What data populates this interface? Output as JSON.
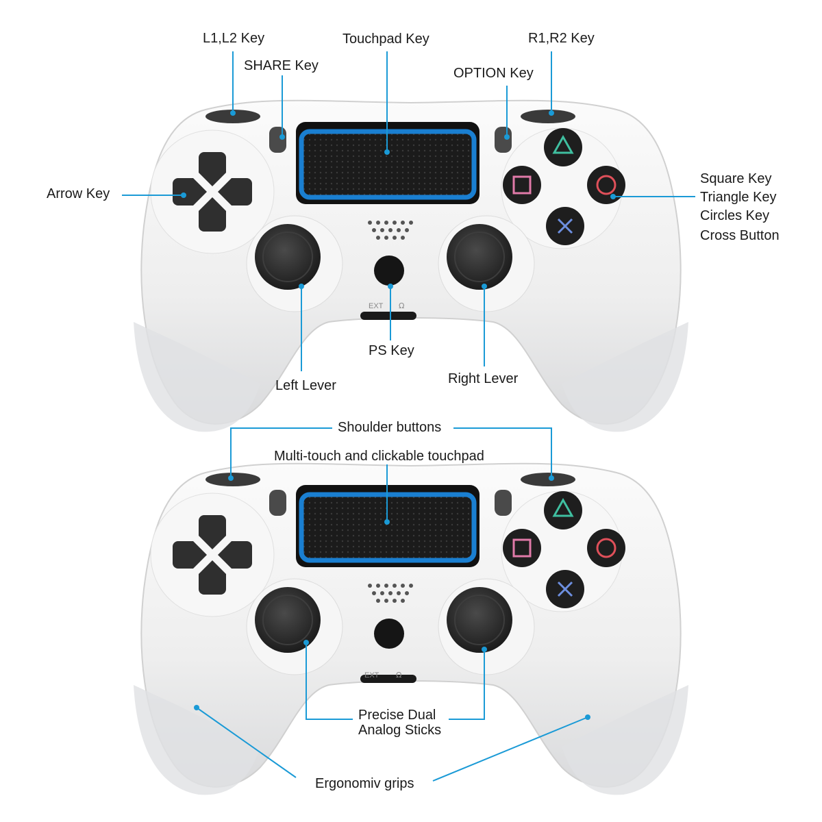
{
  "colors": {
    "leader": "#1a9ad6",
    "body": "#f2f2f2",
    "touchpad_frame": "#1a7fd1",
    "stick": "#2b2b2b",
    "triangle": "#3fbfa0",
    "circle": "#e0505a",
    "square": "#e07aa8",
    "cross": "#6d8fe0"
  },
  "top_controller": {
    "labels": {
      "l1l2": "L1,L2 Key",
      "share": "SHARE Key",
      "touchpad": "Touchpad Key",
      "option": "OPTION Key",
      "r1r2": "R1,R2 Key",
      "arrow": "Arrow Key",
      "square": "Square Key",
      "triangle": "Triangle Key",
      "circles": "Circles Key",
      "cross": "Cross Button",
      "ps": "PS Key",
      "left_lever": "Left Lever",
      "right_lever": "Right Lever"
    },
    "port_labels": {
      "ext": "EXT",
      "headset": "Ω"
    }
  },
  "bottom_controller": {
    "labels": {
      "shoulder": "Shoulder buttons",
      "touchpad": "Multi-touch and clickable touchpad",
      "sticks_line1": "Precise Dual",
      "sticks_line2": "Analog Sticks",
      "grips": "Ergonomiv grips"
    },
    "port_labels": {
      "ext": "EXT",
      "headset": "Ω"
    }
  }
}
